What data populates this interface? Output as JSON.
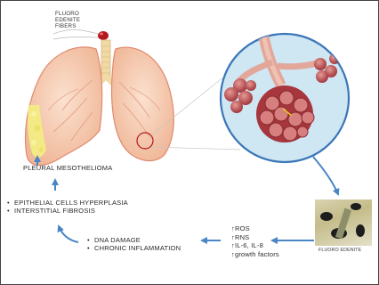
{
  "labels": {
    "fibers_line1": "FLUORO",
    "fibers_line2": "EDENITE",
    "fibers_line3": "FIBERS",
    "mesothelioma": "PLEURAL MESOTHELIOMA",
    "epithelial": "EPITHELIAL CELLS HYPERPLASIA",
    "interstitial": "INTERSTITIAL FIBROSIS",
    "dna_damage": "DNA DAMAGE",
    "chronic_inflammation": "CHRONIC INFLAMMATION",
    "ros": "↑ROS",
    "rns": "↑RNS",
    "il": "↑IL-6, IL-8",
    "growth": "↑growth factors",
    "photo_caption": "FLUORO EDENITE"
  },
  "colors": {
    "lung_fill": "#f6cdb2",
    "lung_outline": "#e08a6c",
    "trachea": "#f1d9a8",
    "zoom_circle_bg": "#cfe6f3",
    "zoom_circle_border": "#3a76b7",
    "alveoli": "#b9474a",
    "arrow": "#4a86c5",
    "mesothelioma_patch": "#f2ec84"
  },
  "icons": {
    "flow_arrow": "arrow-icon",
    "fiber_particle": "fiber-particle-icon"
  }
}
